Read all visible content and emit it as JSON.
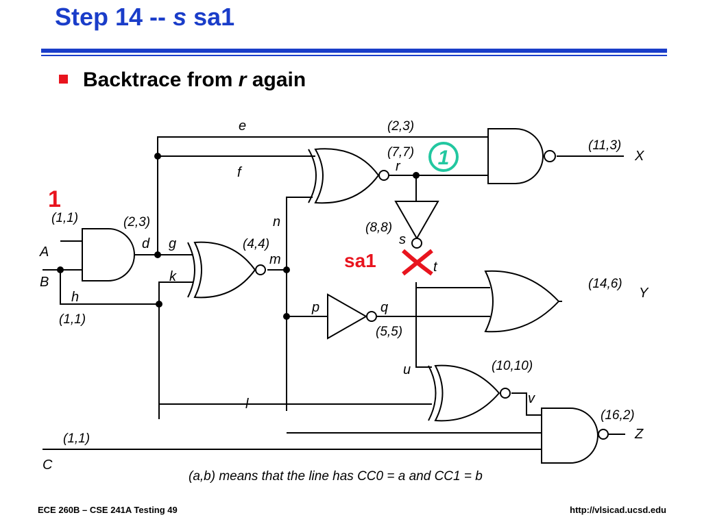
{
  "slide": {
    "title_prefix": "Step 14 --",
    "title_var": "s",
    "title_suffix": "sa1",
    "bullet_prefix": "Backtrace from",
    "bullet_var": "r",
    "bullet_suffix": "again",
    "footer_left": "ECE 260B – CSE 241A Testing 49",
    "footer_right": "http://vlsicad.ucsd.edu"
  },
  "diagram": {
    "signals": {
      "e": "e",
      "f": "f",
      "r": "r",
      "s": "s",
      "t": "t",
      "n": "n",
      "d": "d",
      "g": "g",
      "k": "k",
      "m": "m",
      "h": "h",
      "p": "p",
      "q": "q",
      "u": "u",
      "l": "l",
      "v": "v"
    },
    "ports": {
      "A": "A",
      "B": "B",
      "C": "C",
      "X": "X",
      "Y": "Y",
      "Z": "Z"
    },
    "controllability": {
      "e": "(2,3)",
      "r": "(7,7)",
      "X": "(11,3)",
      "A": "(1,1)",
      "d": "(2,3)",
      "m": "(4,4)",
      "s": "(8,8)",
      "Y": "(14,6)",
      "h": "(1,1)",
      "q": "(5,5)",
      "v": "(10,10)",
      "Z": "(16,2)",
      "C": "(1,1)"
    },
    "annotations": {
      "red_one": "1",
      "green_one": "1",
      "fault": "sa1",
      "legend": "(a,b) means that the line has CC0 = a and CC1 = b"
    },
    "colors": {
      "title": "#1a3dc9",
      "bullet": "#e8141e",
      "fault": "#e8141e",
      "green": "#22c7a0"
    }
  }
}
